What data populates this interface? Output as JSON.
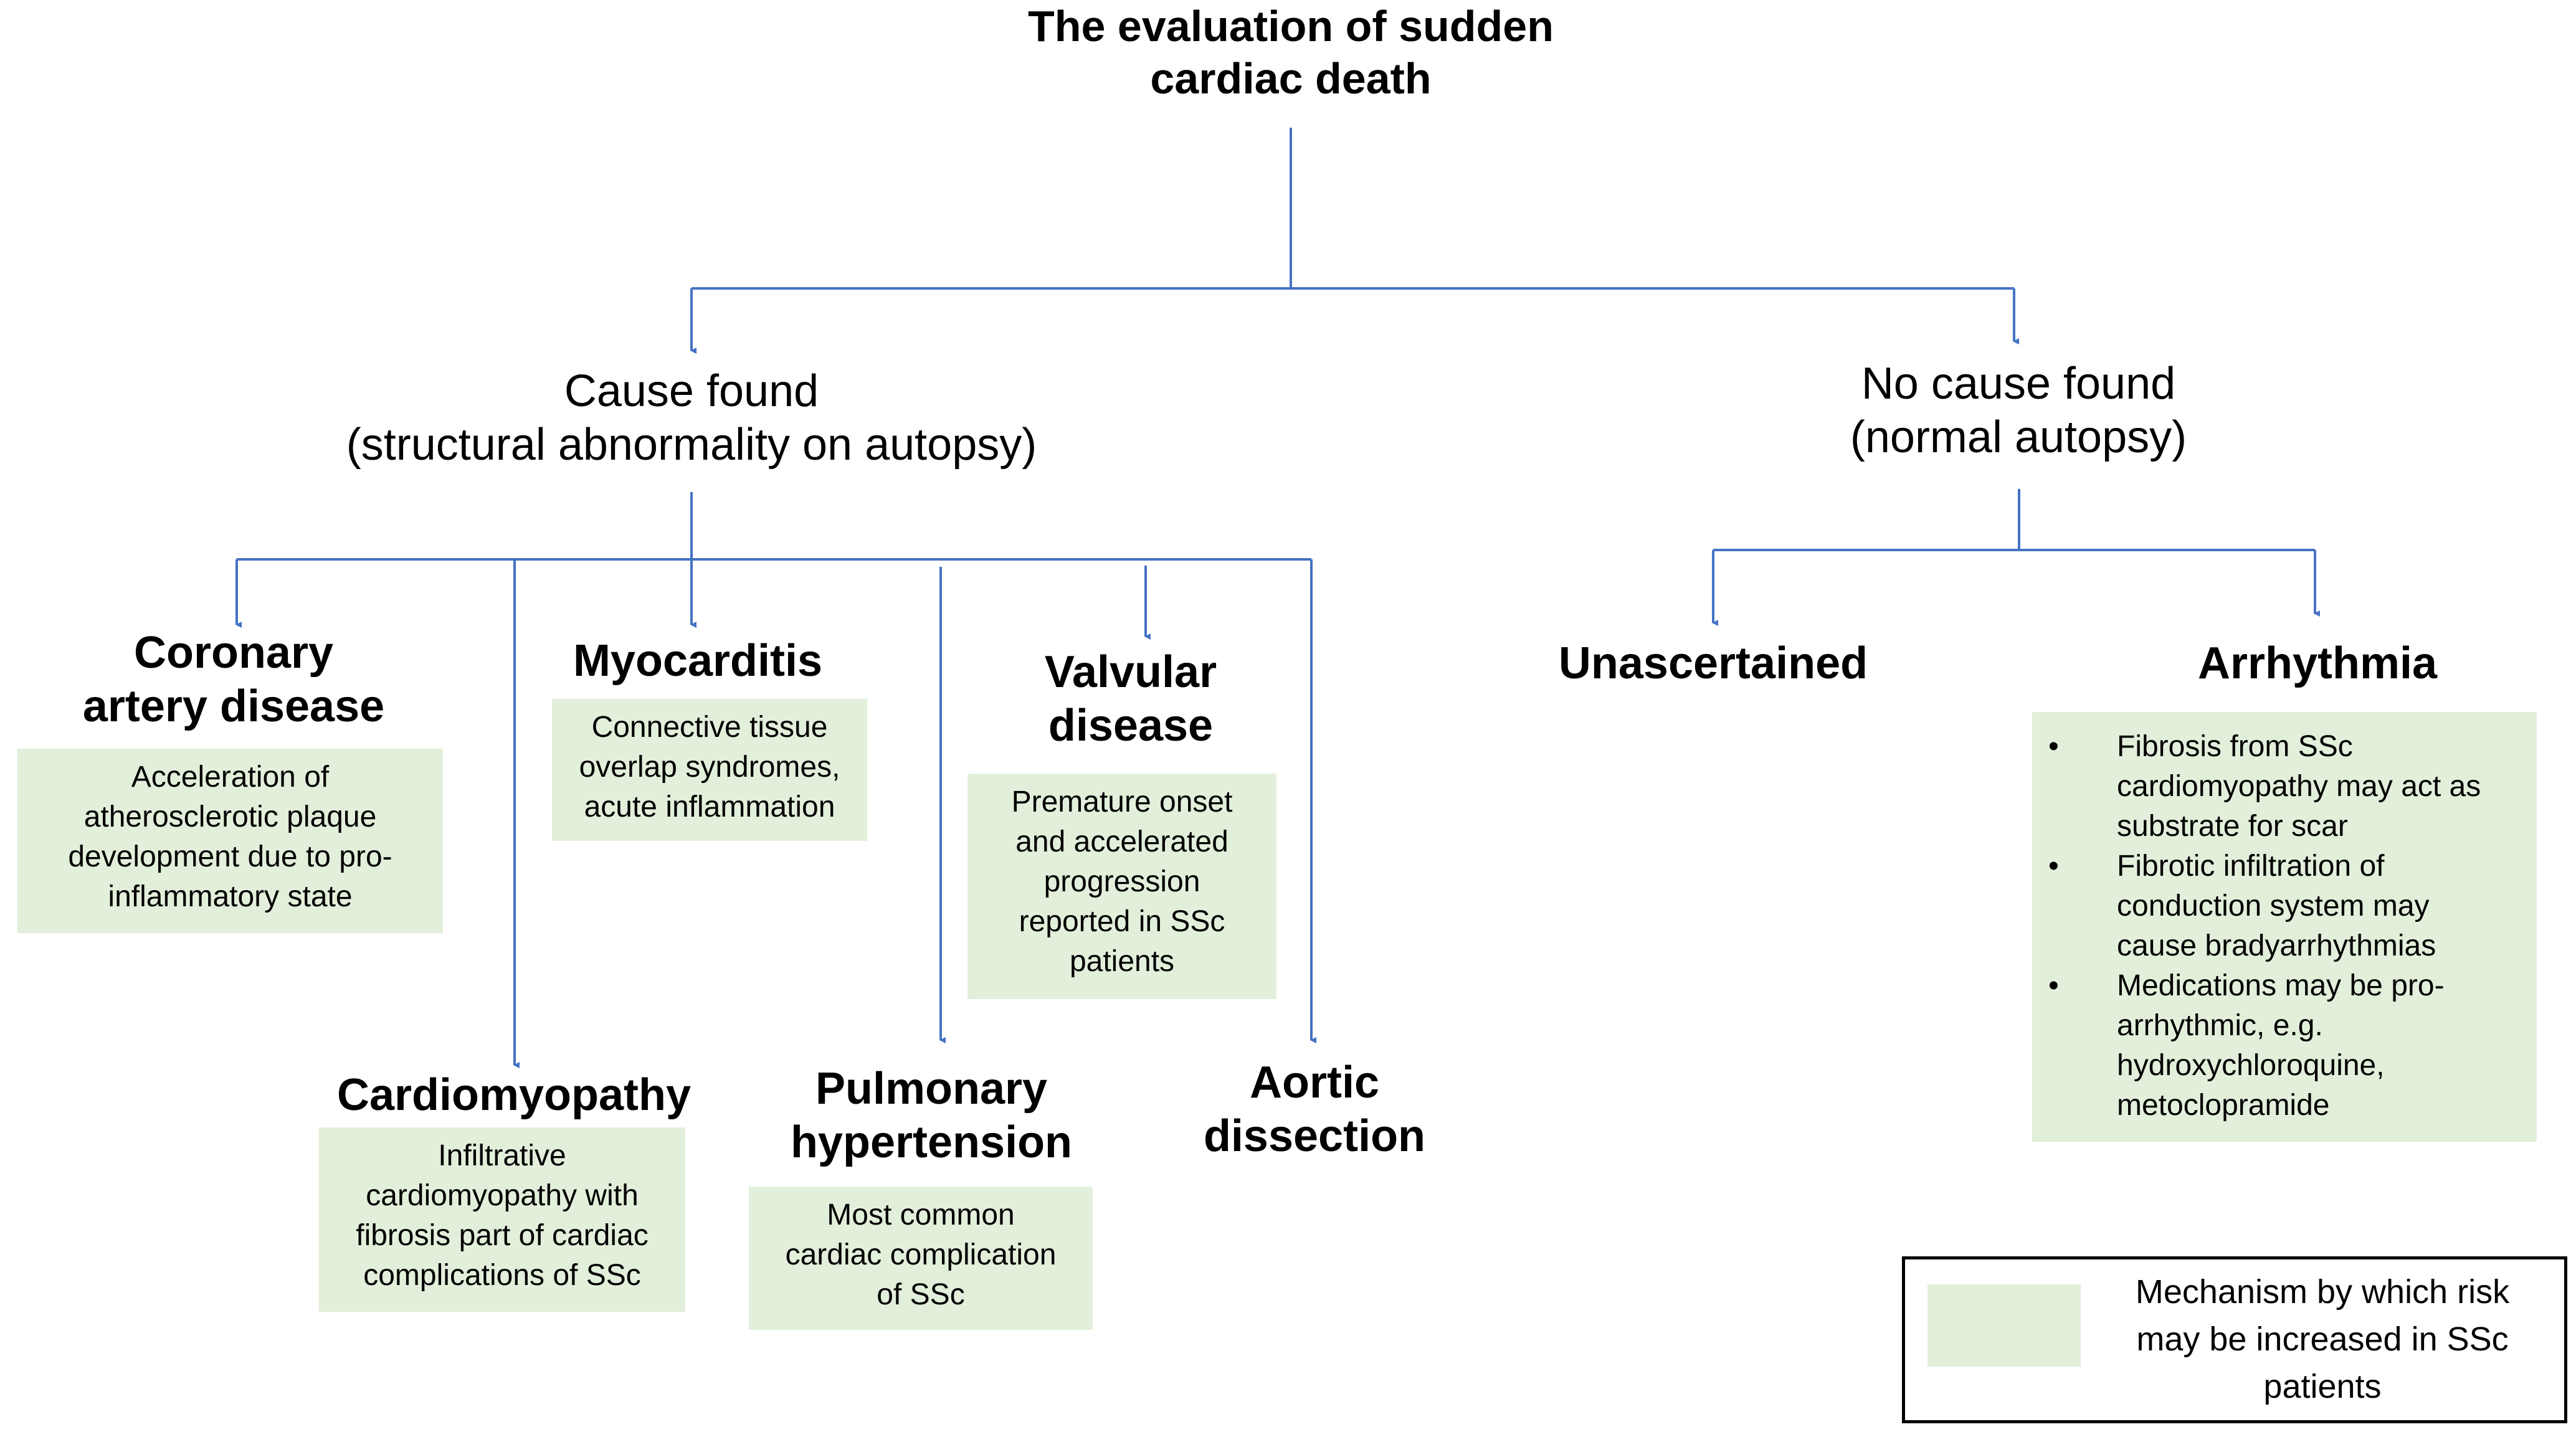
{
  "title": "The evaluation of sudden\ncardiac death",
  "branches": {
    "cause_found": "Cause found\n(structural abnormality on autopsy)",
    "no_cause_found": "No cause found\n(normal autopsy)"
  },
  "causes": {
    "coronary": {
      "heading": "Coronary\nartery disease",
      "mechanism": "Acceleration of\natherosclerotic plaque\ndevelopment due to pro-\ninflammatory state"
    },
    "myocarditis": {
      "heading": "Myocarditis",
      "mechanism": "Connective tissue\noverlap syndromes,\nacute inflammation"
    },
    "valvular": {
      "heading": "Valvular\ndisease",
      "mechanism": "Premature onset\nand accelerated\nprogression\nreported in SSc\npatients"
    },
    "cardiomyopathy": {
      "heading": "Cardiomyopathy",
      "mechanism": "Infiltrative\ncardiomyopathy with\nfibrosis part of cardiac\ncomplications of SSc"
    },
    "pulmonary": {
      "heading": "Pulmonary\nhypertension",
      "mechanism": "Most common\ncardiac complication\nof SSc"
    },
    "aortic": {
      "heading": "Aortic\ndissection"
    }
  },
  "no_cause": {
    "unascertained": {
      "heading": "Unascertained"
    },
    "arrhythmia": {
      "heading": "Arrhythmia",
      "bullets": [
        "Fibrosis from SSc\ncardiomyopathy may act as\nsubstrate for scar",
        "Fibrotic infiltration of\nconduction system may\ncause bradyarrhythmias",
        "Medications may be pro-\narrhythmic, e.g.\nhydroxychloroquine,\nmetoclopramide"
      ]
    }
  },
  "legend": {
    "text": "Mechanism by which risk\nmay be increased in SSc\npatients"
  },
  "colors": {
    "connector": "#4472c4",
    "mechanism_fill": "#e2efda",
    "legend_border": "#000000"
  }
}
